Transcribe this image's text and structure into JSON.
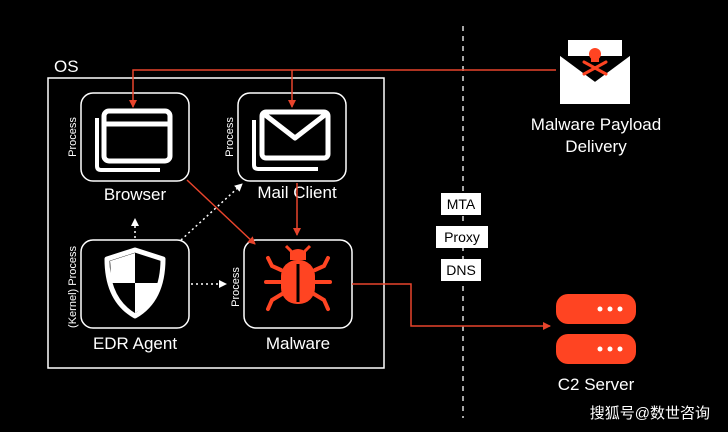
{
  "os_label": "OS",
  "nodes": {
    "browser": {
      "label": "Browser",
      "side_label": "Process"
    },
    "mail_client": {
      "label": "Mail Client",
      "side_label": "Process"
    },
    "edr_agent": {
      "label": "EDR Agent",
      "side_label": "(Kernel) Process"
    },
    "malware": {
      "label": "Malware",
      "side_label": "Process"
    },
    "payload": {
      "label_line1": "Malware Payload",
      "label_line2": "Delivery"
    },
    "c2_server": {
      "label": "C2 Server"
    }
  },
  "network_boxes": [
    "MTA",
    "Proxy",
    "DNS"
  ],
  "watermark": "搜狐号@数世咨询",
  "colors": {
    "accent": "#ff4422",
    "line": "#e8442c",
    "box_border": "#ffffff",
    "background": "#000000"
  }
}
